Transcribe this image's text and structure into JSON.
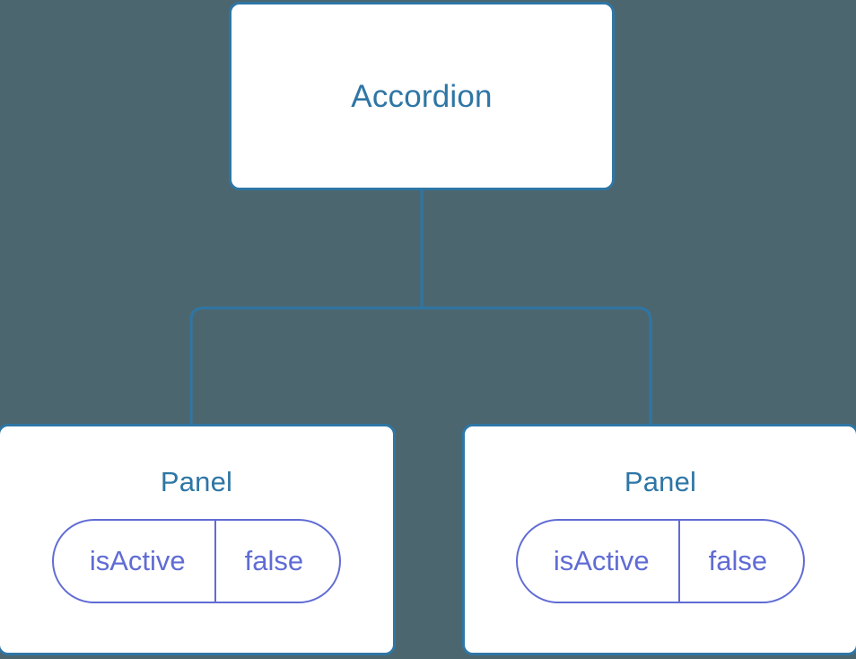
{
  "diagram": {
    "type": "component-tree",
    "background_color": "#4c666f",
    "node_border_color": "#2e76a5",
    "node_fill_color": "#ffffff",
    "node_text_color": "#2e76a5",
    "prop_color": "#606cd4",
    "edge_color": "#2e76a5",
    "root": {
      "label": "Accordion"
    },
    "children": [
      {
        "label": "Panel",
        "props": [
          {
            "key": "isActive",
            "value": "false"
          }
        ]
      },
      {
        "label": "Panel",
        "props": [
          {
            "key": "isActive",
            "value": "false"
          }
        ]
      }
    ]
  }
}
